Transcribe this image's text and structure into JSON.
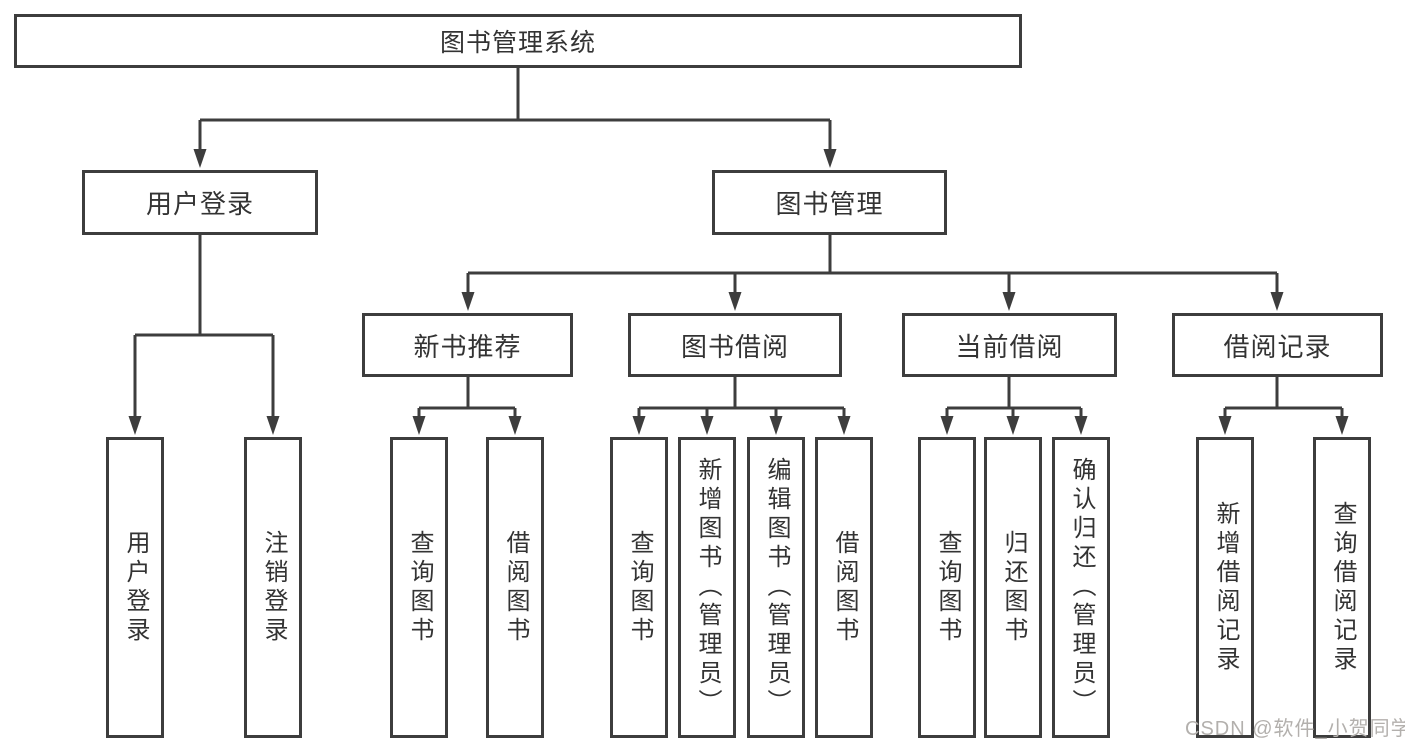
{
  "tree": {
    "label": "图书管理系统",
    "children": [
      {
        "label": "用户登录",
        "children": [
          {
            "label": "用户登录"
          },
          {
            "label": "注销登录"
          }
        ]
      },
      {
        "label": "图书管理",
        "children": [
          {
            "label": "新书推荐",
            "children": [
              {
                "label": "查询图书"
              },
              {
                "label": "借阅图书"
              }
            ]
          },
          {
            "label": "图书借阅",
            "children": [
              {
                "label": "查询图书"
              },
              {
                "label": "新增图书（管理员）"
              },
              {
                "label": "编辑图书（管理员）"
              },
              {
                "label": "借阅图书"
              }
            ]
          },
          {
            "label": "当前借阅",
            "children": [
              {
                "label": "查询图书"
              },
              {
                "label": "归还图书"
              },
              {
                "label": "确认归还（管理员）"
              }
            ]
          },
          {
            "label": "借阅记录",
            "children": [
              {
                "label": "新增借阅记录"
              },
              {
                "label": "查询借阅记录"
              }
            ]
          }
        ]
      }
    ]
  },
  "watermark": {
    "text": "CSDN @软件_小贺同学"
  },
  "colors": {
    "line": "#3d3d3d",
    "text": "#333333",
    "watermark": "#b3b0ad",
    "background": "#ffffff"
  }
}
